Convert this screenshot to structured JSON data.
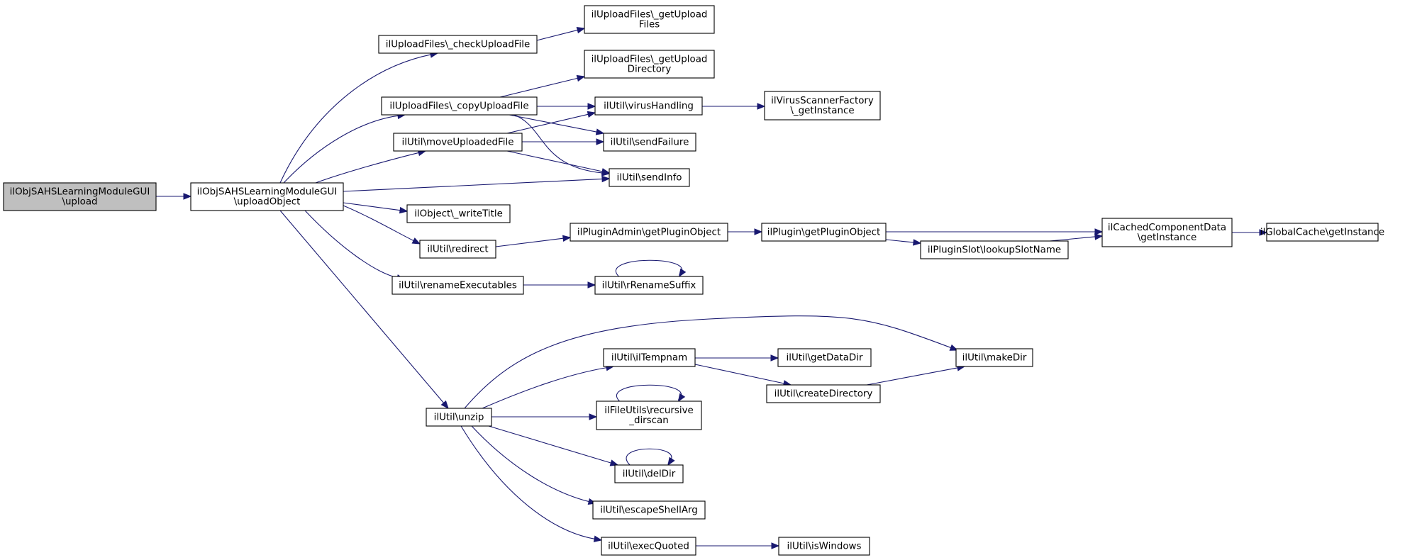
{
  "diagram": {
    "type": "call-graph",
    "colors": {
      "edge": "#191970",
      "node_border": "#000000",
      "node_fill": "#ffffff",
      "root_fill": "#bfbfbf"
    },
    "nodes": [
      {
        "id": "upload",
        "root": true,
        "lines": [
          "ilObjSAHSLearningModuleGUI",
          "\\upload"
        ]
      },
      {
        "id": "uploadObject",
        "lines": [
          "ilObjSAHSLearningModuleGUI",
          "\\uploadObject"
        ]
      },
      {
        "id": "checkUploadFile",
        "lines": [
          "ilUploadFiles\\_checkUploadFile"
        ]
      },
      {
        "id": "getUploadFiles",
        "lines": [
          "ilUploadFiles\\_getUpload",
          "Files"
        ]
      },
      {
        "id": "getUploadDirectory",
        "lines": [
          "ilUploadFiles\\_getUpload",
          "Directory"
        ]
      },
      {
        "id": "copyUploadFile",
        "lines": [
          "ilUploadFiles\\_copyUploadFile"
        ]
      },
      {
        "id": "virusHandling",
        "lines": [
          "ilUtil\\virusHandling"
        ]
      },
      {
        "id": "virusScannerGetInstance",
        "lines": [
          "ilVirusScannerFactory",
          "\\_getInstance"
        ]
      },
      {
        "id": "moveUploadedFile",
        "lines": [
          "ilUtil\\moveUploadedFile"
        ]
      },
      {
        "id": "sendFailure",
        "lines": [
          "ilUtil\\sendFailure"
        ]
      },
      {
        "id": "sendInfo",
        "lines": [
          "ilUtil\\sendInfo"
        ]
      },
      {
        "id": "writeTitle",
        "lines": [
          "ilObject\\_writeTitle"
        ]
      },
      {
        "id": "redirect",
        "lines": [
          "ilUtil\\redirect"
        ]
      },
      {
        "id": "pluginAdminGetPluginObject",
        "lines": [
          "ilPluginAdmin\\getPluginObject"
        ]
      },
      {
        "id": "pluginGetPluginObject",
        "lines": [
          "ilPlugin\\getPluginObject"
        ]
      },
      {
        "id": "cachedComponentData",
        "lines": [
          "ilCachedComponentData",
          "\\getInstance"
        ]
      },
      {
        "id": "globalCache",
        "lines": [
          "ilGlobalCache\\getInstance"
        ]
      },
      {
        "id": "lookupSlotName",
        "lines": [
          "ilPluginSlot\\lookupSlotName"
        ]
      },
      {
        "id": "renameExecutables",
        "lines": [
          "ilUtil\\renameExecutables"
        ]
      },
      {
        "id": "rRenameSuffix",
        "lines": [
          "ilUtil\\rRenameSuffix"
        ]
      },
      {
        "id": "unzip",
        "lines": [
          "ilUtil\\unzip"
        ]
      },
      {
        "id": "ilTempnam",
        "lines": [
          "ilUtil\\ilTempnam"
        ]
      },
      {
        "id": "getDataDir",
        "lines": [
          "ilUtil\\getDataDir"
        ]
      },
      {
        "id": "createDirectory",
        "lines": [
          "ilUtil\\createDirectory"
        ]
      },
      {
        "id": "makeDir",
        "lines": [
          "ilUtil\\makeDir"
        ]
      },
      {
        "id": "recursiveDirscan",
        "lines": [
          "ilFileUtils\\recursive",
          "_dirscan"
        ]
      },
      {
        "id": "delDir",
        "lines": [
          "ilUtil\\delDir"
        ]
      },
      {
        "id": "escapeShellArg",
        "lines": [
          "ilUtil\\escapeShellArg"
        ]
      },
      {
        "id": "execQuoted",
        "lines": [
          "ilUtil\\execQuoted"
        ]
      },
      {
        "id": "isWindows",
        "lines": [
          "ilUtil\\isWindows"
        ]
      }
    ],
    "edges": [
      {
        "from": "upload",
        "to": "uploadObject"
      },
      {
        "from": "uploadObject",
        "to": "checkUploadFile"
      },
      {
        "from": "uploadObject",
        "to": "copyUploadFile"
      },
      {
        "from": "uploadObject",
        "to": "moveUploadedFile"
      },
      {
        "from": "uploadObject",
        "to": "sendInfo"
      },
      {
        "from": "uploadObject",
        "to": "writeTitle"
      },
      {
        "from": "uploadObject",
        "to": "redirect"
      },
      {
        "from": "uploadObject",
        "to": "renameExecutables"
      },
      {
        "from": "uploadObject",
        "to": "unzip"
      },
      {
        "from": "checkUploadFile",
        "to": "getUploadFiles"
      },
      {
        "from": "copyUploadFile",
        "to": "getUploadDirectory"
      },
      {
        "from": "copyUploadFile",
        "to": "virusHandling"
      },
      {
        "from": "copyUploadFile",
        "to": "sendFailure"
      },
      {
        "from": "copyUploadFile",
        "to": "sendInfo"
      },
      {
        "from": "moveUploadedFile",
        "to": "virusHandling"
      },
      {
        "from": "moveUploadedFile",
        "to": "sendFailure"
      },
      {
        "from": "moveUploadedFile",
        "to": "sendInfo"
      },
      {
        "from": "virusHandling",
        "to": "virusScannerGetInstance"
      },
      {
        "from": "redirect",
        "to": "pluginAdminGetPluginObject"
      },
      {
        "from": "pluginAdminGetPluginObject",
        "to": "pluginGetPluginObject"
      },
      {
        "from": "pluginGetPluginObject",
        "to": "cachedComponentData"
      },
      {
        "from": "pluginGetPluginObject",
        "to": "lookupSlotName"
      },
      {
        "from": "lookupSlotName",
        "to": "cachedComponentData"
      },
      {
        "from": "cachedComponentData",
        "to": "globalCache"
      },
      {
        "from": "renameExecutables",
        "to": "rRenameSuffix"
      },
      {
        "from": "rRenameSuffix",
        "to": "rRenameSuffix"
      },
      {
        "from": "unzip",
        "to": "ilTempnam"
      },
      {
        "from": "unzip",
        "to": "makeDir"
      },
      {
        "from": "unzip",
        "to": "recursiveDirscan"
      },
      {
        "from": "unzip",
        "to": "delDir"
      },
      {
        "from": "unzip",
        "to": "escapeShellArg"
      },
      {
        "from": "unzip",
        "to": "execQuoted"
      },
      {
        "from": "ilTempnam",
        "to": "getDataDir"
      },
      {
        "from": "ilTempnam",
        "to": "createDirectory"
      },
      {
        "from": "createDirectory",
        "to": "makeDir"
      },
      {
        "from": "recursiveDirscan",
        "to": "recursiveDirscan"
      },
      {
        "from": "delDir",
        "to": "delDir"
      },
      {
        "from": "execQuoted",
        "to": "isWindows"
      }
    ]
  }
}
